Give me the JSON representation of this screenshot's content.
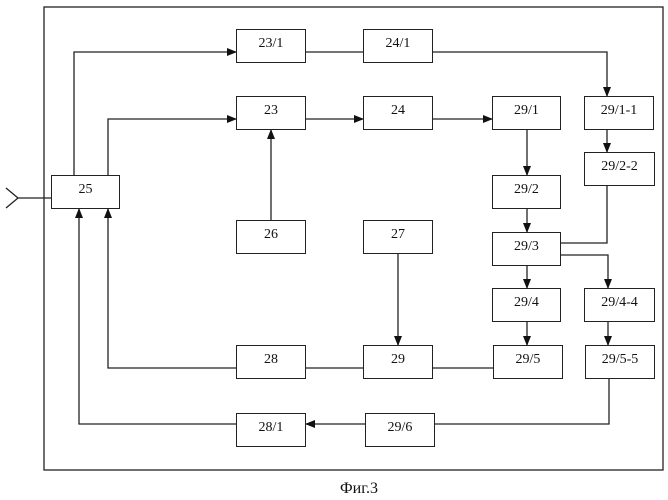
{
  "blocks": {
    "b25": "25",
    "b23_1": "23/1",
    "b23": "23",
    "b26": "26",
    "b24_1": "24/1",
    "b24": "24",
    "b29_1": "29/1",
    "b29_1_1": "29/1-1",
    "b29_2_2": "29/2-2",
    "b29_2": "29/2",
    "b29_3": "29/3",
    "b27": "27",
    "b29_4": "29/4",
    "b29_4_4": "29/4-4",
    "b28": "28",
    "b29": "29",
    "b29_5": "29/5",
    "b29_5_5": "29/5-5",
    "b28_1": "28/1",
    "b29_6": "29/6"
  },
  "caption": "Фиг.3"
}
